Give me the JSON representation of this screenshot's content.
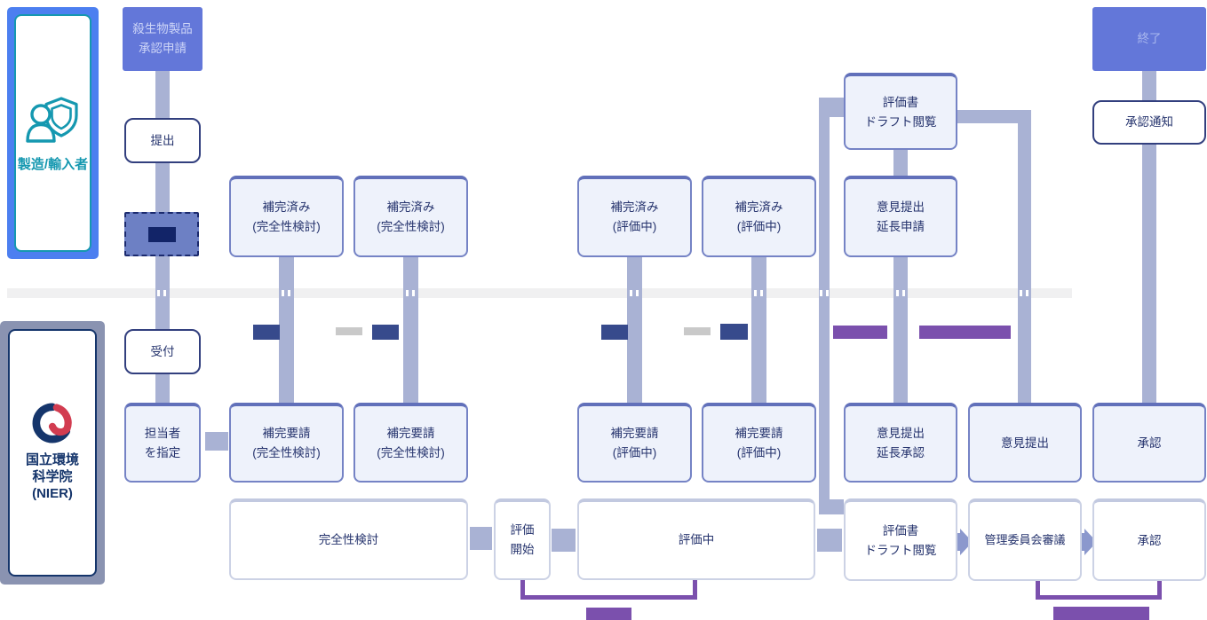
{
  "colors": {
    "blue": "#6377d9",
    "bright_blue": "#4c7ff0",
    "teal": "#1598b0",
    "navy_border": "#323f7e",
    "slate": "#a9b2d4",
    "lavender_fill": "#eef2fb",
    "lavender_border": "#7583c5",
    "lavender_border_top": "#6170ba",
    "purple": "#7b50ad",
    "chip_navy": "#374a8c",
    "chip_gray": "#c9c9c9",
    "band_gray": "#f0f0f1",
    "text_navy": "#25336d",
    "nier_frame": "#8a93b1",
    "nier_navy": "#15356b",
    "nier_red": "#d23c50",
    "light_border": "#ccd2e5",
    "light_border_top": "#c2c9e0",
    "dashed_fill": "#6d80c4",
    "dashed_stroke": "#1b2a6e",
    "dark_chip": "#122468",
    "end_text": "#aab8ee",
    "start_text": "#cdd5f7",
    "arrow": "#8b98cd"
  },
  "lanes": {
    "manufacturer": {
      "label": "製造/輸入者",
      "icon": "person-shield-icon"
    },
    "nier": {
      "lines": [
        "国立環境",
        "科学院",
        "(NIER)"
      ],
      "icon": "nier-swirl-logo"
    }
  },
  "nodes": {
    "application": {
      "lines": [
        "殺生物製品",
        "承認申請"
      ]
    },
    "submit": {
      "lines": [
        "提出"
      ]
    },
    "reception": {
      "lines": [
        "受付"
      ]
    },
    "assign_manager": {
      "lines": [
        "担当者",
        "を指定"
      ]
    },
    "supplemented_completeness_1": {
      "lines": [
        "補完済み",
        "(完全性検討)"
      ]
    },
    "supplemented_completeness_2": {
      "lines": [
        "補完済み",
        "(完全性検討)"
      ]
    },
    "supplemented_evaluation_1": {
      "lines": [
        "補完済み",
        "(評価中)"
      ]
    },
    "supplemented_evaluation_2": {
      "lines": [
        "補完済み",
        "(評価中)"
      ]
    },
    "draft_view_request": {
      "lines": [
        "評価書",
        "ドラフト閲覧"
      ]
    },
    "opinion_extension_request": {
      "lines": [
        "意見提出",
        "延長申請"
      ]
    },
    "supplement_request_completeness_1": {
      "lines": [
        "補完要請",
        "(完全性検討)"
      ]
    },
    "supplement_request_completeness_2": {
      "lines": [
        "補完要請",
        "(完全性検討)"
      ]
    },
    "supplement_request_evaluation_1": {
      "lines": [
        "補完要請",
        "(評価中)"
      ]
    },
    "supplement_request_evaluation_2": {
      "lines": [
        "補完要請",
        "(評価中)"
      ]
    },
    "opinion_extension_approval": {
      "lines": [
        "意見提出",
        "延長承認"
      ]
    },
    "opinion_submission": {
      "lines": [
        "意見提出"
      ]
    },
    "approval_upper": {
      "lines": [
        "承認"
      ]
    },
    "approval_notice": {
      "lines": [
        "承認通知"
      ]
    },
    "end": {
      "lines": [
        "終了"
      ]
    },
    "completeness_review": {
      "lines": [
        "完全性検討"
      ]
    },
    "evaluation_start": {
      "lines": [
        "評価",
        "開始"
      ]
    },
    "under_evaluation": {
      "lines": [
        "評価中"
      ]
    },
    "draft_view_state": {
      "lines": [
        "評価書",
        "ドラフト閲覧"
      ]
    },
    "committee_review": {
      "lines": [
        "管理委員会審議"
      ]
    },
    "approval_state": {
      "lines": [
        "承認"
      ]
    }
  }
}
